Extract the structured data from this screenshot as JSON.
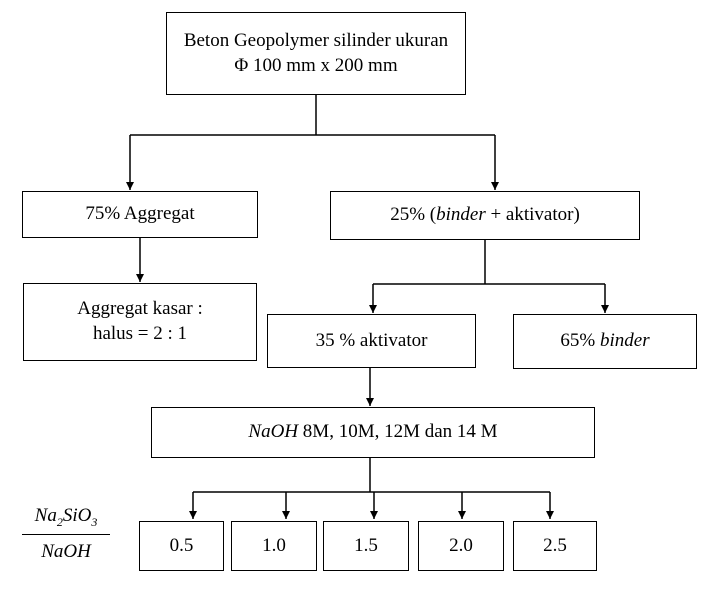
{
  "nodes": {
    "root": {
      "line1": "Beton Geopolymer silinder ukuran",
      "line2": "Φ 100 mm x 200 mm"
    },
    "aggregate": {
      "label": "75% Aggregat"
    },
    "binder_activator": {
      "prefix": "25% (",
      "italic": "binder",
      "suffix": " + aktivator)"
    },
    "aggregate_ratio": {
      "line1": "Aggregat kasar :",
      "line2": "halus = 2 : 1"
    },
    "activator": {
      "label": "35 % aktivator"
    },
    "binder": {
      "prefix": "65% ",
      "italic": "binder"
    },
    "naoh": {
      "italic": "NaOH",
      "suffix": " 8M, 10M, 12M dan 14 M"
    }
  },
  "ratio_label": {
    "num_a": "Na",
    "num_sub_a": "2",
    "num_b": "SiO",
    "num_sub_b": "3",
    "den": "NaOH"
  },
  "ratios": [
    "0.5",
    "1.0",
    "1.5",
    "2.0",
    "2.5"
  ]
}
